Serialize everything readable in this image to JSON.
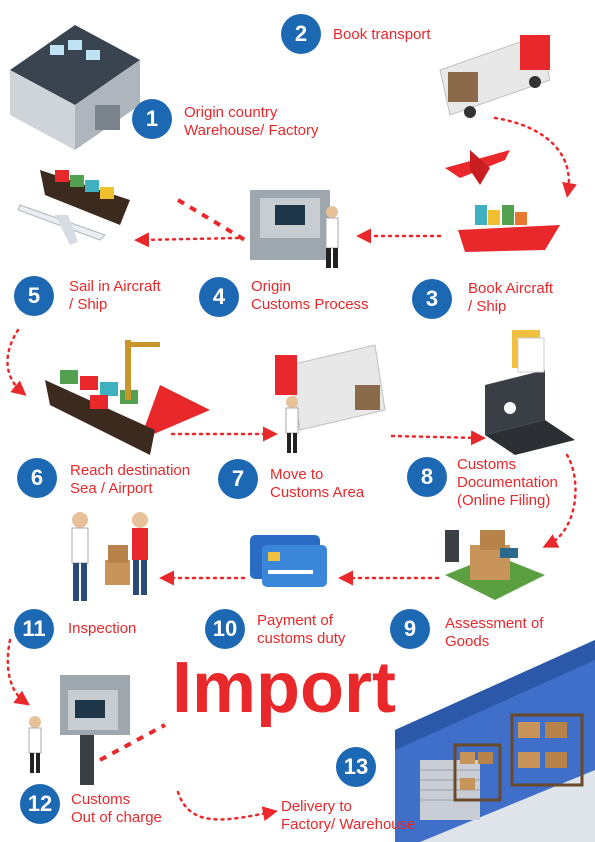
{
  "title": "Import",
  "steps": [
    {
      "number": "1",
      "lines": [
        "Origin country",
        "Warehouse/ Factory"
      ]
    },
    {
      "number": "2",
      "lines": [
        "Book transport"
      ]
    },
    {
      "number": "3",
      "lines": [
        "Book Aircraft",
        "/ Ship"
      ]
    },
    {
      "number": "4",
      "lines": [
        "Origin",
        "Customs Process"
      ]
    },
    {
      "number": "5",
      "lines": [
        "Sail in Aircraft",
        "/ Ship"
      ]
    },
    {
      "number": "6",
      "lines": [
        "Reach destination",
        "Sea / Airport"
      ]
    },
    {
      "number": "7",
      "lines": [
        "Move to",
        "Customs Area"
      ]
    },
    {
      "number": "8",
      "lines": [
        "Customs",
        "Documentation",
        "(Online Filing)"
      ]
    },
    {
      "number": "9",
      "lines": [
        "Assessment of",
        "Goods"
      ]
    },
    {
      "number": "10",
      "lines": [
        "Payment of",
        "customs duty"
      ]
    },
    {
      "number": "11",
      "lines": [
        "Inspection"
      ]
    },
    {
      "number": "12",
      "lines": [
        "Customs",
        "Out of charge"
      ]
    },
    {
      "number": "13",
      "lines": [
        "Delivery to",
        "Factory/ Warehouse"
      ]
    }
  ],
  "illustrations": [
    "warehouse-icon",
    "truck-icon",
    "airplane-ship-icon",
    "customs-gate-icon",
    "aircraft-ship-icon",
    "port-crane-ship-icon",
    "truck-worker-icon",
    "laptop-documents-icon",
    "goods-assessment-icon",
    "credit-card-icon",
    "inspection-workers-icon",
    "customs-booth-icon",
    "destination-warehouse-icon"
  ],
  "colors": {
    "accent": "#e8282b",
    "badge": "#1c68b3",
    "ship_red": "#e8282b",
    "warehouse_blue": "#4a7fd0"
  }
}
